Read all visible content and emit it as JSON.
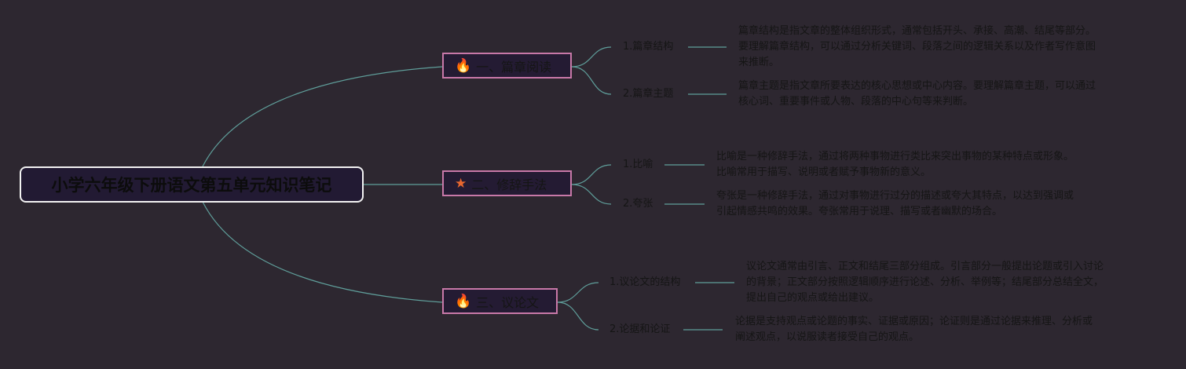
{
  "colors": {
    "background": "#2d2730",
    "link": "#5f9e9a",
    "branch_border": "#c878a8",
    "fire": "#e8321a",
    "star": "#e8672f"
  },
  "root": {
    "title": "小学六年级下册语文第五单元知识笔记"
  },
  "branches": [
    {
      "icon": "fire-icon",
      "label": "一、篇章阅读",
      "leaves": [
        {
          "label": "1.篇章结构",
          "desc": [
            "篇章结构是指文章的整体组织形式，通常包括开头、承接、高潮、结尾等部分。",
            "要理解篇章结构，可以通过分析关键词、段落之间的逻辑关系以及作者写作意图",
            "来推断。"
          ]
        },
        {
          "label": "2.篇章主题",
          "desc": [
            "篇章主题是指文章所要表达的核心思想或中心内容。要理解篇章主题，可以通过",
            "核心词、重要事件或人物、段落的中心句等来判断。"
          ]
        }
      ]
    },
    {
      "icon": "star-icon",
      "label": "二、修辞手法",
      "leaves": [
        {
          "label": "1.比喻",
          "desc": [
            "比喻是一种修辞手法，通过将两种事物进行类比来突出事物的某种特点或形象。",
            "比喻常用于描写、说明或者赋予事物新的意义。"
          ]
        },
        {
          "label": "2.夸张",
          "desc": [
            "夸张是一种修辞手法，通过对事物进行过分的描述或夸大其特点，以达到强调或",
            "引起情感共鸣的效果。夸张常用于说理、描写或者幽默的场合。"
          ]
        }
      ]
    },
    {
      "icon": "fire-icon",
      "label": "三、议论文",
      "leaves": [
        {
          "label": "1.议论文的结构",
          "desc": [
            "议论文通常由引言、正文和结尾三部分组成。引言部分一般提出论题或引入讨论",
            "的背景；正文部分按照逻辑顺序进行论述、分析、举例等；结尾部分总结全文，",
            "提出自己的观点或给出建议。"
          ]
        },
        {
          "label": "2.论据和论证",
          "desc": [
            "论据是支持观点或论题的事实、证据或原因；论证则是通过论据来推理、分析或",
            "阐述观点，以说服读者接受自己的观点。"
          ]
        }
      ]
    }
  ]
}
